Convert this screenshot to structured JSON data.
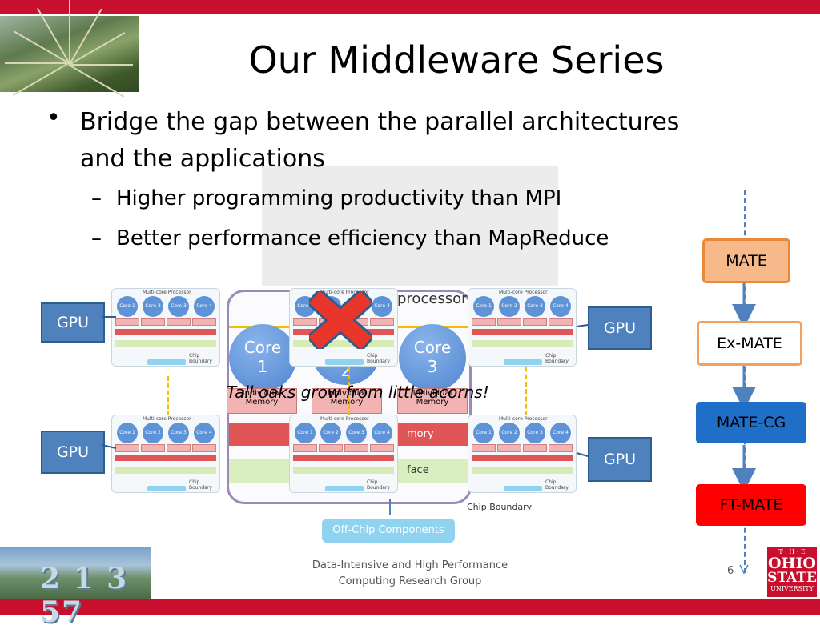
{
  "slide": {
    "title": "Our Middleware Series",
    "bullet": "Bridge the gap between the parallel architectures and the applications",
    "bullet_line1": "Bridge the gap between the parallel architectures",
    "bullet_line2": "and the applications",
    "subbullets": [
      "Higher programming productivity than MPI",
      "Better performance efficiency than MapReduce"
    ],
    "dash": "–",
    "bullet_mark": "•",
    "overlay_text": "Tall oaks grow from little acorns!",
    "footer": {
      "line1": "Data-Intensive and High Performance",
      "line2": "Computing Research Group",
      "page_number": "6"
    },
    "logo": {
      "line1": "T · H · E",
      "line2": "OHIO",
      "line3": "STATE",
      "line4": "UNIVERSITY"
    }
  },
  "diagram": {
    "gpu_label": "GPU",
    "processor_title": "Multi-core Processor",
    "core_labels": [
      "Core 1",
      "Core 2",
      "Core 3",
      "Core 4"
    ],
    "core_small": [
      "Core\n1",
      "Core\n2",
      "Core\n3",
      "Core\n4"
    ],
    "individual_memory": "Individual Memory",
    "shared_memory": "Shared Memory",
    "bus_interface": "Bus Interface",
    "chip_boundary": "Chip Boundary",
    "offchip_components": "Off-Chip Components",
    "processor_fragment": "processor",
    "memory_fragment": "mory",
    "interface_fragment": "face",
    "big_core_1": "Core",
    "big_core_1_num": "1",
    "big_core_3": "Core",
    "big_core_3_num": "3",
    "big_core_2_num": "2",
    "big_mem_label": "Individual Memory"
  },
  "flow": {
    "items": [
      "MATE",
      "Ex-MATE",
      "MATE-CG",
      "FT-MATE"
    ],
    "colors": {
      "mate": "#f8b98a",
      "mate_border": "#e8883a",
      "exmate_border": "#f0a060",
      "matecg": "#1f6fc8",
      "ftmate": "#ff0000",
      "arrow": "#4f81bd"
    }
  }
}
